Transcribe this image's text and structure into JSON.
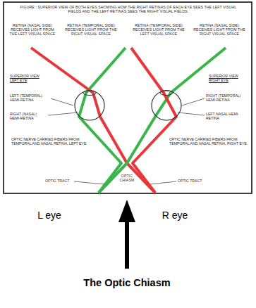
{
  "diagram": {
    "title": "FIGURE : SUPERIOR VIEW OF BOTH EYES SHOWING HOW THE RIGHT RETINAS OF EACH EYE SEES THE LEFT VISUAL FIELDS AND THE LEFT RETINAS SEES THE RIGHT VISUAL FIELDS.",
    "caption": "The Optic Chiasm",
    "labels": [
      "RETINA (NASAL SIDE) RECEIVES LIGHT FROM THE LEFT VISUAL SPACE",
      "RETINA (TEMPORAL SIDE) RECEIVES LIGHT FROM THE RIGHT VISUAL SPACE",
      "RETINA (TEMPORAL SIDE) RECEIVES LIGHT FROM THE LEFT VISUAL SPACE",
      "RETINA (NASAL SIDE) RECEIVES LIGHT FROM THE RIGHT VISUAL SPACE",
      "SUPERIOR VIEW LEFT EYE",
      "LEFT (TEMPORAL) HEMI-RETINA",
      "RIGHT (NASAL) HEMI-RETINA",
      "SUPERIOR VIEW RIGHT EYE",
      "RIGHT (TEMPORAL) HEMI-RETINA",
      "LEFT NASAL HEMI-RETINA",
      "OPTIC NERVE CARRIES FIBERS FROM TEMPORAL AND NASAL RETINA, LEFT EYE.",
      "OPTIC NERVE CARRIES FIBERS FROM TEMPORAL AND NASAL RETINA, RIGHT EYE.",
      "OPTIC TRACT",
      "OPTIC CHIASM",
      "OPTIC TRACT",
      "L eye",
      "R eye"
    ]
  }
}
